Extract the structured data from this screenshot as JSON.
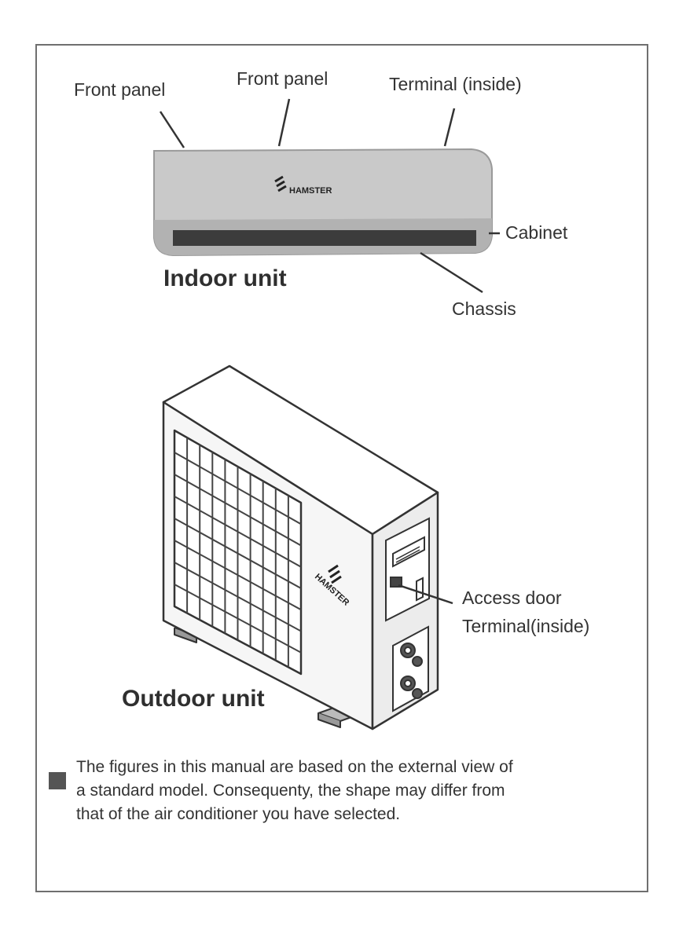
{
  "indoor": {
    "title": "Indoor unit",
    "brand": "HAMSTER",
    "labels": {
      "front_panel_left": "Front panel",
      "front_panel_center": "Front panel",
      "terminal": "Terminal (inside)",
      "cabinet": "Cabinet",
      "chassis": "Chassis"
    }
  },
  "outdoor": {
    "title": "Outdoor unit",
    "brand": "HAMSTER",
    "labels": {
      "access_door": "Access door",
      "terminal": "Terminal(inside)"
    }
  },
  "note": {
    "text": "The figures in this manual are based on the external view of a standard model. Consequenty, the shape may differ from that of the air conditioner you have selected."
  }
}
